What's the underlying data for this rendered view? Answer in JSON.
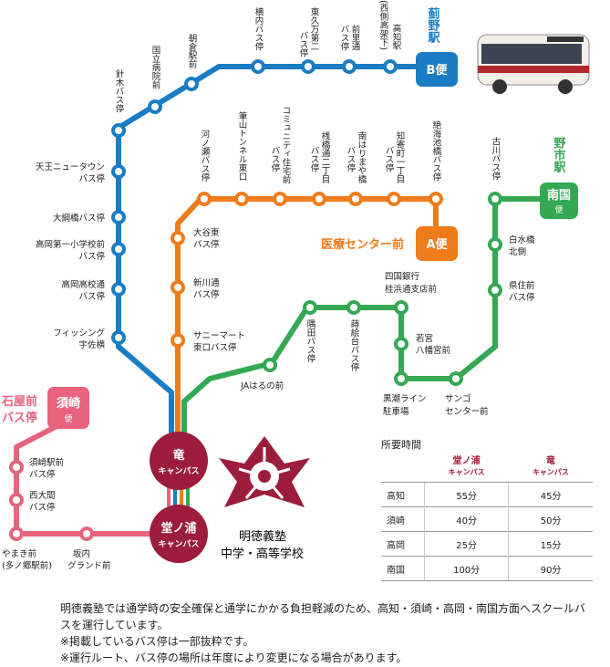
{
  "colors": {
    "blue": "#1a7dc4",
    "orange": "#ee7c1a",
    "green": "#34a853",
    "pink": "#e8637d",
    "maroon": "#9c1c3c"
  },
  "lines": {
    "b": {
      "badge": "B",
      "badge_suffix": "便",
      "terminal": "蓟野駅",
      "stops": [
        "高知駅(西側高架下)",
        "前里通バス停",
        "東久万第二バス停",
        "横内バス停",
        "朝倉駅前",
        "国立病院前",
        "針木バス停",
        "天王ニュータウンバス停",
        "大綱橋バス停",
        "高岡第一小学校前バス停",
        "高岡高校通バス停",
        "フィッシング宇佐横"
      ]
    },
    "a": {
      "badge": "A",
      "badge_suffix": "便",
      "terminal": "医療センター前",
      "stops": [
        "絶海池橋バス停",
        "知寄町一丁目バス停",
        "南はりまや橋バス停",
        "桟橋通二丁目バス停",
        "コミュニティ住宅前バス停",
        "筆山トンネル東口",
        "河ノ瀬バス停",
        "大谷東バス停",
        "新川通バス停",
        "サニーマート東口バス停"
      ]
    },
    "nankoku": {
      "badge": "南国",
      "badge_suffix": "便",
      "terminal": "野市駅",
      "stops": [
        "古川バス停",
        "白水橋北側",
        "県住前バス停",
        "サンゴセンター前",
        "黒潮ライン駐車場",
        "若宮八幡宮前",
        "四国銀行桂浜通支店前",
        "蒔絵台バス停",
        "隅田バス停",
        "JAはるの前"
      ]
    },
    "susaki": {
      "badge": "須崎",
      "badge_suffix": "便",
      "terminal": "石屋前バス停",
      "stops": [
        "須崎駅前バス停",
        "西大間バス停",
        "やまき前(多ノ郷駅前)",
        "坂内グランド前"
      ]
    }
  },
  "labels": {
    "l_hk1": "高知駅",
    "l_hk2": "(西側高架下)",
    "l_me1": "前里通",
    "l_me2": "バス停",
    "l_hi1": "東久万第二",
    "l_hi2": "バス停",
    "l_yo": "横内バス停",
    "l_as": "朝倉駅前",
    "l_ko": "国立病院前",
    "l_ha": "針木バス停",
    "l_te1": "天王ニュータウン",
    "l_te2": "バス停",
    "l_ot": "大綱橋バス停",
    "l_d11": "高岡第一小学校前",
    "l_d12": "バス停",
    "l_tk1": "高岡高校通",
    "l_tk2": "バス停",
    "l_fi1": "フィッシング",
    "l_fi2": "宇佐横",
    "l_zk1": "絶海池橋バス停",
    "l_cy1": "知寄町一丁目",
    "l_cy2": "バス停",
    "l_mh1": "南はりまや橋",
    "l_mh2": "バス停",
    "l_sb1": "桟橋通二丁目",
    "l_sb2": "バス停",
    "l_cm1": "コミュニティ住宅前",
    "l_cm2": "バス停",
    "l_hz": "筆山トンネル東口",
    "l_kw": "河ノ瀬バス停",
    "l_oy1": "大谷東",
    "l_oy2": "バス停",
    "l_sk1": "新川通",
    "l_sk2": "バス停",
    "l_sn1": "サニーマート",
    "l_sn2": "東口バス停",
    "l_ja": "JAはるの前",
    "l_sm": "隅田バス停",
    "l_mk": "蒔絵台バス停",
    "l_sg1": "四国銀行",
    "l_sg2": "桂浜通支店前",
    "l_wm1": "若宮",
    "l_wm2": "八幡宮前",
    "l_kr1": "黒潮ライン",
    "l_kr2": "駐車場",
    "l_sc1": "サンゴ",
    "l_sc2": "センター前",
    "l_kj1": "県住前",
    "l_kj2": "バス停",
    "l_sh1": "白水橋",
    "l_sh2": "北側",
    "l_fu": "古川バス停",
    "l_se1": "須崎駅前",
    "l_se2": "バス停",
    "l_no1": "西大間",
    "l_no2": "バス停",
    "l_ym1": "やまき前",
    "l_ym2": "(多ノ郷駅前)",
    "l_sa1": "坂内",
    "l_sa2": "グランド前",
    "t_ak": "蓟野駅",
    "t_no": "野市駅",
    "t_is1": "石屋前",
    "t_is2": "バス停",
    "t_ir": "医療センター前",
    "b_b": "B便",
    "b_a": "A便",
    "b_n1": "南国",
    "b_n2": "便",
    "b_s1": "須崎",
    "b_s2": "便",
    "c_r1": "竜",
    "c_r2": "キャンパス",
    "c_d1": "堂ノ浦",
    "c_d2": "キャンパス",
    "school1": "明徳義塾",
    "school2": "中学・高等学校"
  },
  "timetable": {
    "title": "所要時間",
    "headers": [
      [
        "堂ノ浦",
        "キャンパス"
      ],
      [
        "竜",
        "キャンパス"
      ]
    ],
    "rows": [
      {
        "route": "高知",
        "a": "55分",
        "b": "45分"
      },
      {
        "route": "須崎",
        "a": "40分",
        "b": "50分"
      },
      {
        "route": "高岡",
        "a": "25分",
        "b": "15分"
      },
      {
        "route": "南国",
        "a": "100分",
        "b": "90分"
      }
    ]
  },
  "notes": {
    "n1": "明徳義塾では通学時の安全確保と通学にかかる負担軽減のため、高知・須崎・高岡・南国方面へスクールバスを運行しています。",
    "n2": "※掲載しているバス停は一部抜粋です。",
    "n3": "※運行ルート、バス停の場所は年度により変更になる場合があります。"
  }
}
